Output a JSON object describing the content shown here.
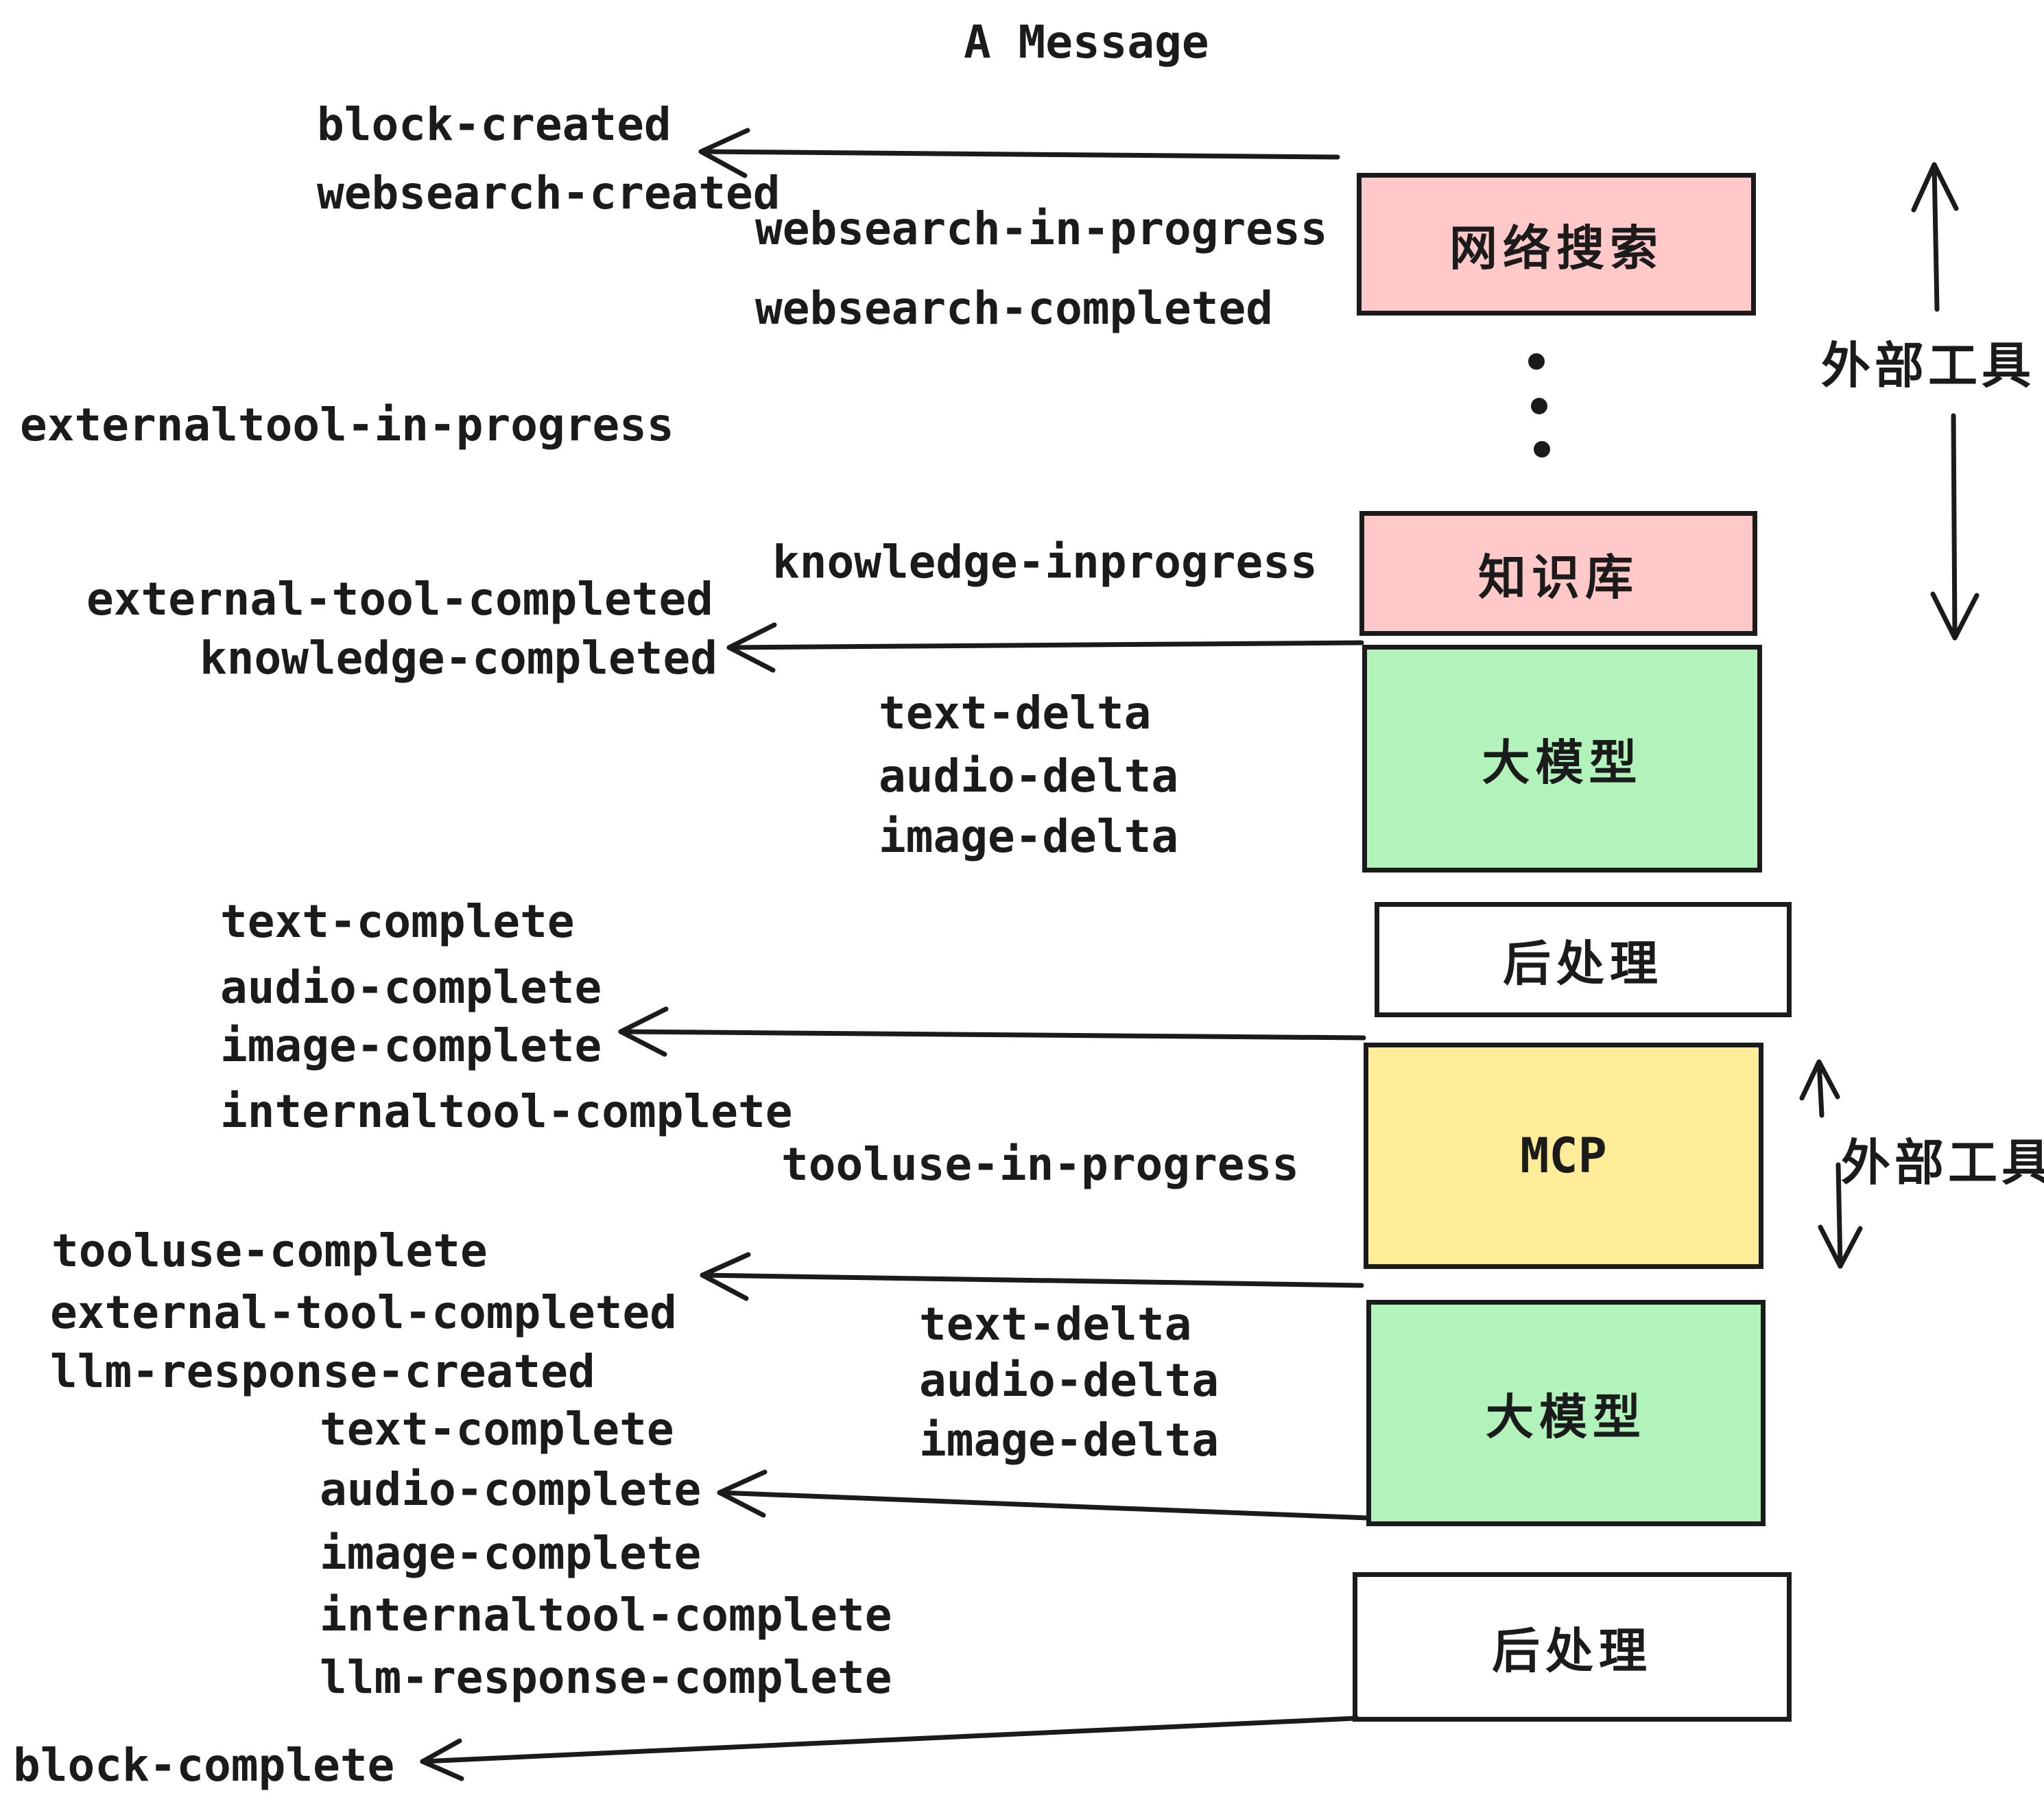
{
  "title": "A Message",
  "palette": {
    "ink": "#1b1b1b",
    "pink": "#ffc9c9",
    "green": "#b2f2bb",
    "yellow": "#ffec99",
    "paper": "#ffffff"
  },
  "boxes": {
    "websearch": "网络搜索",
    "knowledge": "知识库",
    "llm": "大模型",
    "post": "后处理",
    "mcp": "MCP"
  },
  "side_label": "外部工具",
  "events": {
    "block_created": "block-created",
    "websearch_created": "websearch-created",
    "websearch_in_progress": "websearch-in-progress",
    "websearch_completed": "websearch-completed",
    "externaltool_in_progress": "externaltool-in-progress",
    "knowledge_inprogress": "knowledge-inprogress",
    "external_tool_completed": "external-tool-completed",
    "knowledge_completed": "knowledge-completed",
    "text_delta": "text-delta",
    "audio_delta": "audio-delta",
    "image_delta": "image-delta",
    "text_complete": "text-complete",
    "audio_complete": "audio-complete",
    "image_complete": "image-complete",
    "internaltool_complete": "internaltool-complete",
    "tooluse_in_progress": "tooluse-in-progress",
    "tooluse_complete": "tooluse-complete",
    "llm_response_created": "llm-response-created",
    "llm_response_complete": "llm-response-complete",
    "block_complete": "block-complete"
  }
}
